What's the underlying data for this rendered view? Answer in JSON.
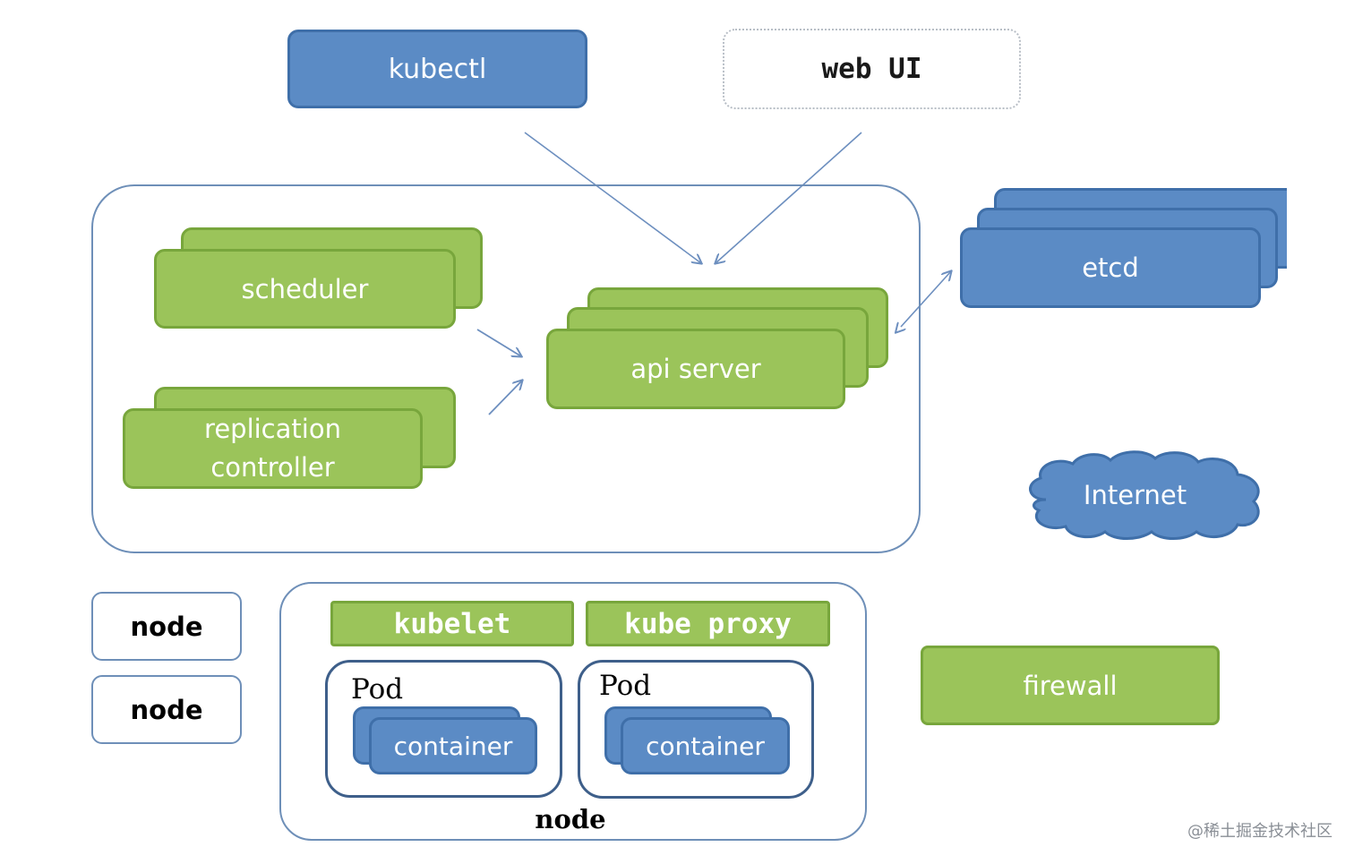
{
  "clients": {
    "kubectl": "kubectl",
    "web_ui": "web UI"
  },
  "control_plane": {
    "scheduler": "scheduler",
    "replication_controller": {
      "line1": "replication",
      "line2": "controller"
    },
    "api_server": "api server"
  },
  "etcd": "etcd",
  "internet": "Internet",
  "firewall": "firewall",
  "nodes": {
    "node_a": "node",
    "node_b": "node",
    "main_node_label": "node",
    "kubelet": "kubelet",
    "kube_proxy": "kube proxy",
    "pods": [
      {
        "label": "Pod",
        "container": "container"
      },
      {
        "label": "Pod",
        "container": "container"
      }
    ]
  },
  "watermark": "@稀土掘金技术社区",
  "colors": {
    "blue_fill": "#5b8bc5",
    "blue_border": "#3f6fa9",
    "green_fill": "#9bc45a",
    "green_border": "#78a63c",
    "region_border": "#6e8fb8",
    "arrow": "#6d8fbf"
  },
  "icons": {
    "internet": "cloud-icon"
  }
}
